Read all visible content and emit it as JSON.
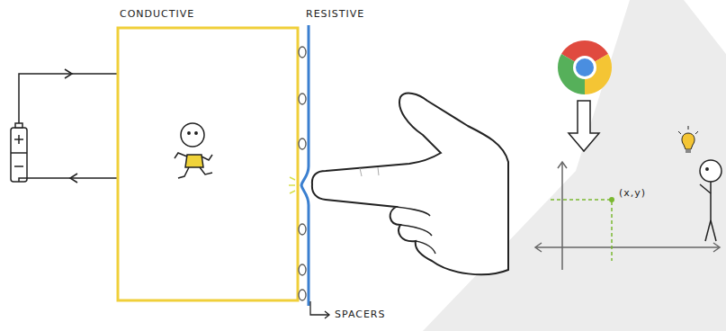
{
  "diagram": {
    "nodes": [
      {
        "text": [
          "CONDUCTIVE"
        ]
      },
      {
        "text": [
          "RESISTIVE"
        ]
      }
    ],
    "labels": [
      "SPACERS",
      "(x,y)"
    ]
  }
}
